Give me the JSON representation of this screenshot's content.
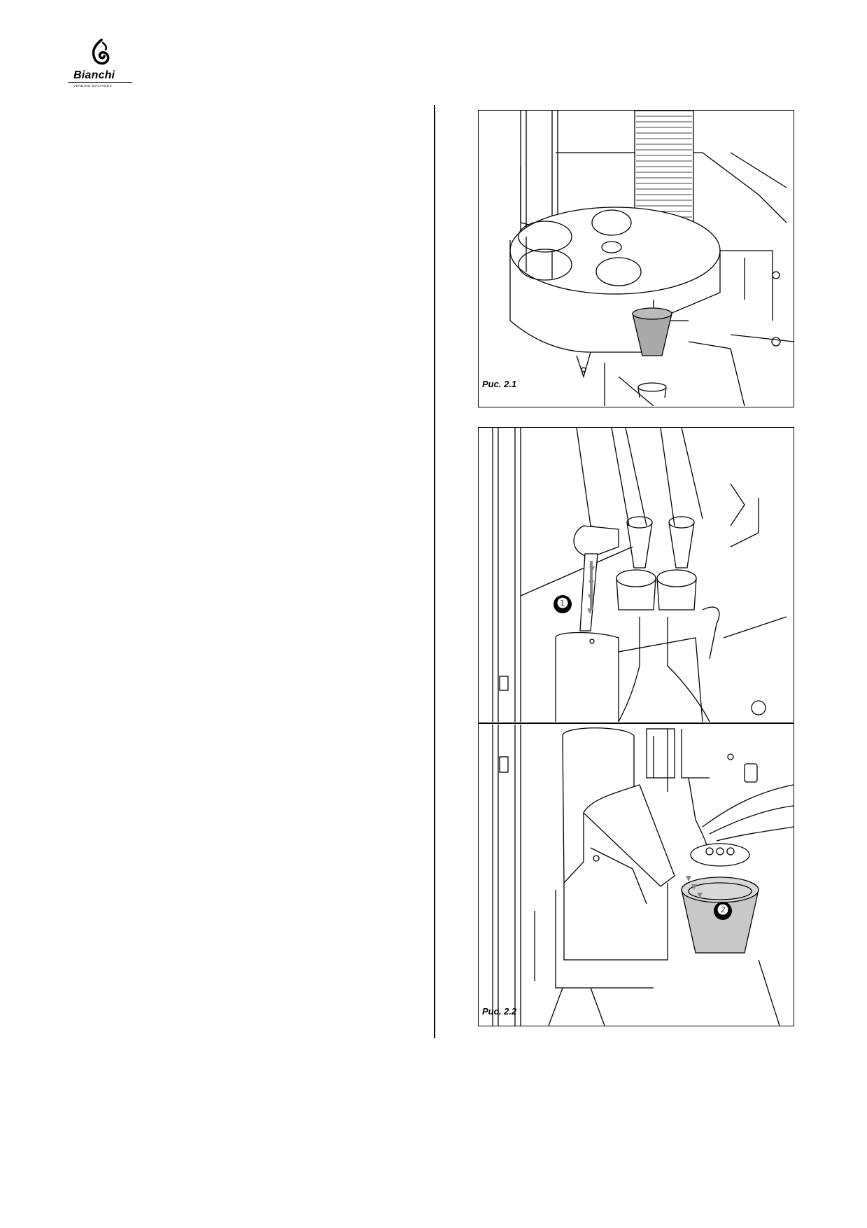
{
  "logo": {
    "wordmark": "Bianchi",
    "tagline": "VENDING MACHINES"
  },
  "figures": [
    {
      "caption": "Рис. 2.1"
    },
    {
      "caption": "Рис. 2.2",
      "markers": [
        "❶",
        "❷"
      ]
    }
  ]
}
